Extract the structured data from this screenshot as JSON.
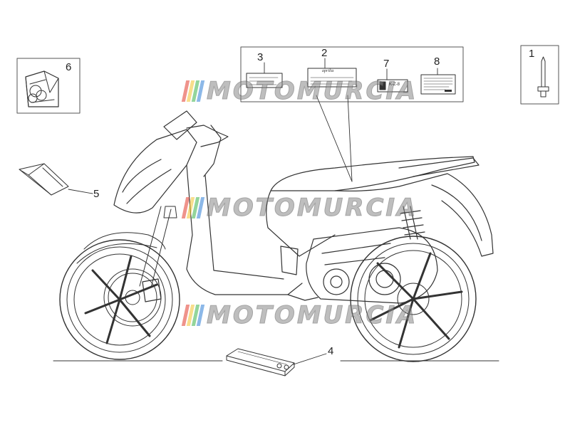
{
  "diagram": {
    "callouts": {
      "c1": "1",
      "c2": "2",
      "c3": "3",
      "c4": "4",
      "c5": "5",
      "c6": "6",
      "c7": "7",
      "c8": "8"
    },
    "watermark": {
      "text": "MOTOMURCIA",
      "stripe_colors": [
        "#e23b2e",
        "#f4c430",
        "#3bb34a",
        "#2f7fd6"
      ]
    },
    "label_texts": {
      "label2_brand": "aprilia",
      "label7_code": "K-Z-8"
    }
  }
}
